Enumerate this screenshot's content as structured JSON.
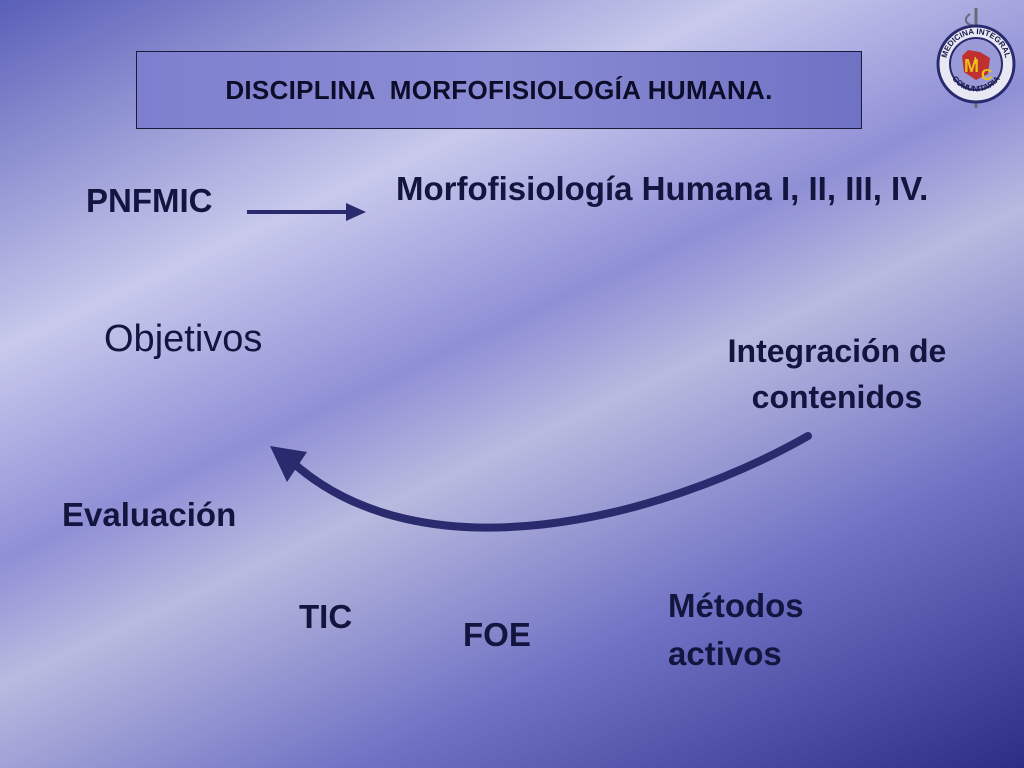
{
  "title": "DISCIPLINA  MORFOFISIOLOGÍA HUMANA.",
  "pnfmic": "PNFMIC",
  "morfo": "Morfofisiología Humana I, II, III, IV.",
  "objetivos": "Objetivos",
  "integracion": {
    "line1": "Integración de",
    "line2": "contenidos"
  },
  "evaluacion": "Evaluación",
  "tic": "TIC",
  "foe": "FOE",
  "metodos": {
    "line1": "Métodos",
    "line2": "activos"
  },
  "logo": {
    "top_text": "MEDICINA INTEGRAL",
    "bottom_text": "COMUNITARIA",
    "letters": "MIC"
  },
  "colors": {
    "text": "#14153f",
    "arrow": "#2a2b6e",
    "title_bg": "#7e80cf"
  }
}
